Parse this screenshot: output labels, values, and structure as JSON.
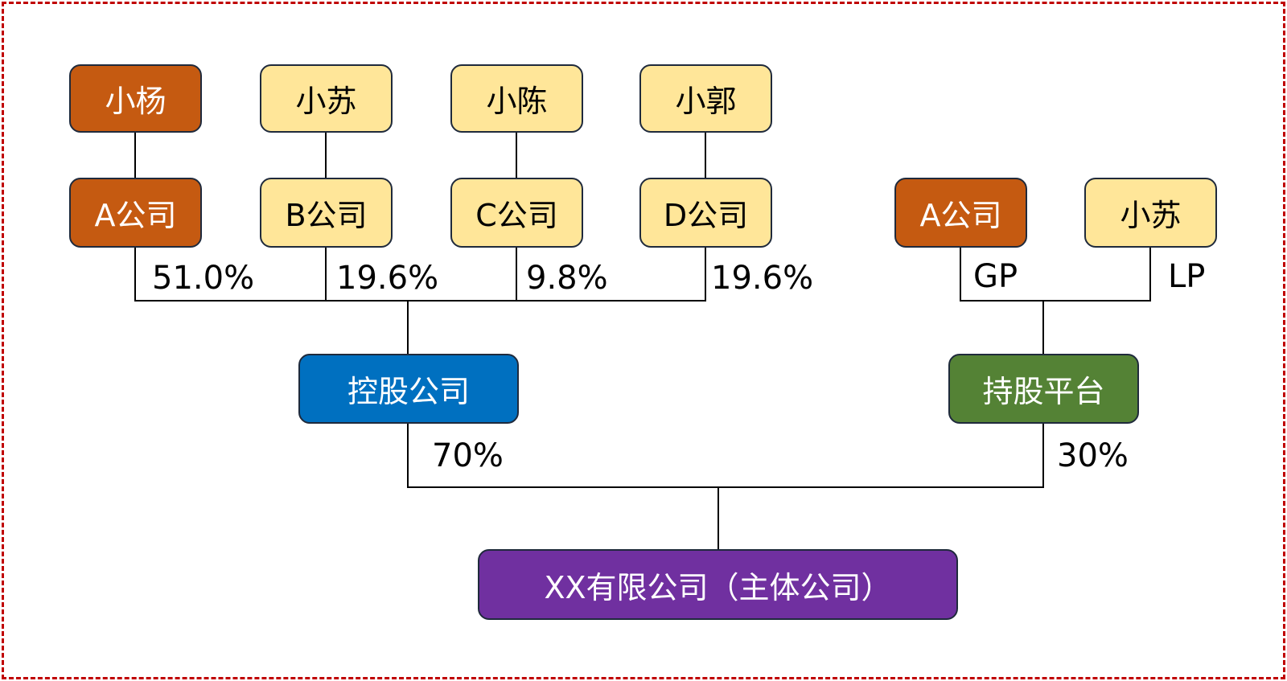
{
  "colors": {
    "frame": "#C00000",
    "orange": "#C55A11",
    "yellow": "#FFE699",
    "blue": "#0070C0",
    "green": "#548235",
    "purple": "#7030A0"
  },
  "people": [
    "小杨",
    "小苏",
    "小陈",
    "小郭"
  ],
  "companies": [
    "A公司",
    "B公司",
    "C公司",
    "D公司"
  ],
  "holding_shares": [
    "51.0%",
    "19.6%",
    "9.8%",
    "19.6%"
  ],
  "holding_company": {
    "label": "控股公司",
    "share": "70%"
  },
  "platform": {
    "label": "持股平台",
    "share": "30%",
    "gp": {
      "label": "A公司",
      "role": "GP"
    },
    "lp": {
      "label": "小苏",
      "role": "LP"
    }
  },
  "main_company": "XX有限公司（主体公司）"
}
